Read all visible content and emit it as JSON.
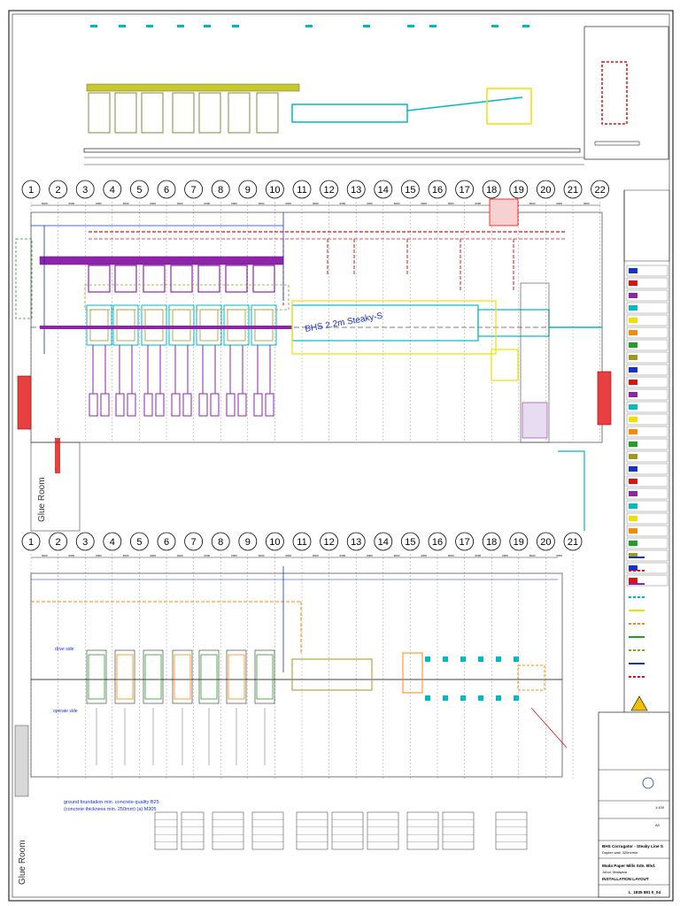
{
  "grid_top": [
    "1",
    "2",
    "3",
    "4",
    "5",
    "6",
    "7",
    "8",
    "9",
    "10",
    "11",
    "12",
    "13",
    "14",
    "15",
    "16",
    "17",
    "18",
    "19",
    "20",
    "21",
    "22"
  ],
  "grid_bottom": [
    "1",
    "2",
    "3",
    "4",
    "5",
    "6",
    "7",
    "8",
    "9",
    "10",
    "11",
    "12",
    "13",
    "14",
    "15",
    "16",
    "17",
    "18",
    "19",
    "20",
    "21"
  ],
  "spacing_label": "6000",
  "line_title": "BHS 2.2m Steaky-S",
  "labels": {
    "glue_room": "Glue Room",
    "drive_side": "drive side",
    "operate_side": "operate side"
  },
  "foundation_note": {
    "line1": "ground foundation min. concrete quality B25",
    "line2": "(concrete thickness min. 250mm) (a) M305"
  },
  "title_block": {
    "project": "BHS Corrugator - Steaky Line S",
    "line_spec": "Duplex wall, 320m/min",
    "customer": "Muda Paper Mills Sdn. Bhd.",
    "location": "Johor, Malaysia",
    "drawing_type": "INSTALLATION LAYOUT",
    "scale": "1:100",
    "size": "A0",
    "drawing_no": "L_1835 881 0_04"
  },
  "colors": {
    "frame": "#000000",
    "grid_line": "#555555",
    "wet_end": "#8e24aa",
    "dry_end": "#00b8c8",
    "conveyor": "#f0e000",
    "duct": "#e01010",
    "cable": "#1030d0",
    "olive": "#9a9a20",
    "orange": "#ff8800",
    "green": "#20a020"
  }
}
